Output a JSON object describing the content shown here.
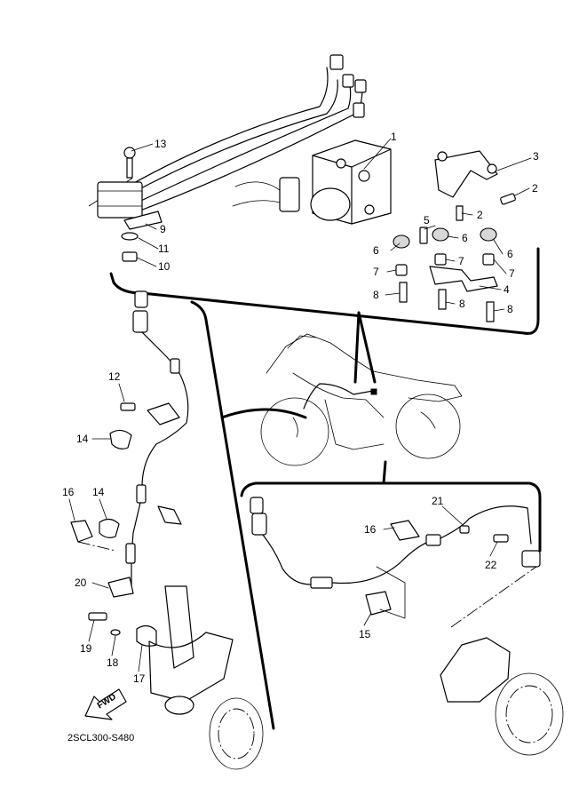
{
  "diagram": {
    "code": "2SCL300-S480",
    "fwd_label": "FWD",
    "callouts": [
      {
        "id": "c1",
        "text": "1"
      },
      {
        "id": "c2a",
        "text": "2"
      },
      {
        "id": "c2b",
        "text": "2"
      },
      {
        "id": "c3",
        "text": "3"
      },
      {
        "id": "c4",
        "text": "4"
      },
      {
        "id": "c5",
        "text": "5"
      },
      {
        "id": "c6a",
        "text": "6"
      },
      {
        "id": "c6b",
        "text": "6"
      },
      {
        "id": "c6c",
        "text": "6"
      },
      {
        "id": "c7a",
        "text": "7"
      },
      {
        "id": "c7b",
        "text": "7"
      },
      {
        "id": "c7c",
        "text": "7"
      },
      {
        "id": "c8a",
        "text": "8"
      },
      {
        "id": "c8b",
        "text": "8"
      },
      {
        "id": "c8c",
        "text": "8"
      },
      {
        "id": "c9",
        "text": "9"
      },
      {
        "id": "c10",
        "text": "10"
      },
      {
        "id": "c11",
        "text": "11"
      },
      {
        "id": "c12",
        "text": "12"
      },
      {
        "id": "c13",
        "text": "13"
      },
      {
        "id": "c14a",
        "text": "14"
      },
      {
        "id": "c14b",
        "text": "14"
      },
      {
        "id": "c15",
        "text": "15"
      },
      {
        "id": "c16a",
        "text": "16"
      },
      {
        "id": "c16b",
        "text": "16"
      },
      {
        "id": "c17",
        "text": "17"
      },
      {
        "id": "c18",
        "text": "18"
      },
      {
        "id": "c19",
        "text": "19"
      },
      {
        "id": "c20",
        "text": "20"
      },
      {
        "id": "c21",
        "text": "21"
      },
      {
        "id": "c22",
        "text": "22"
      }
    ]
  }
}
